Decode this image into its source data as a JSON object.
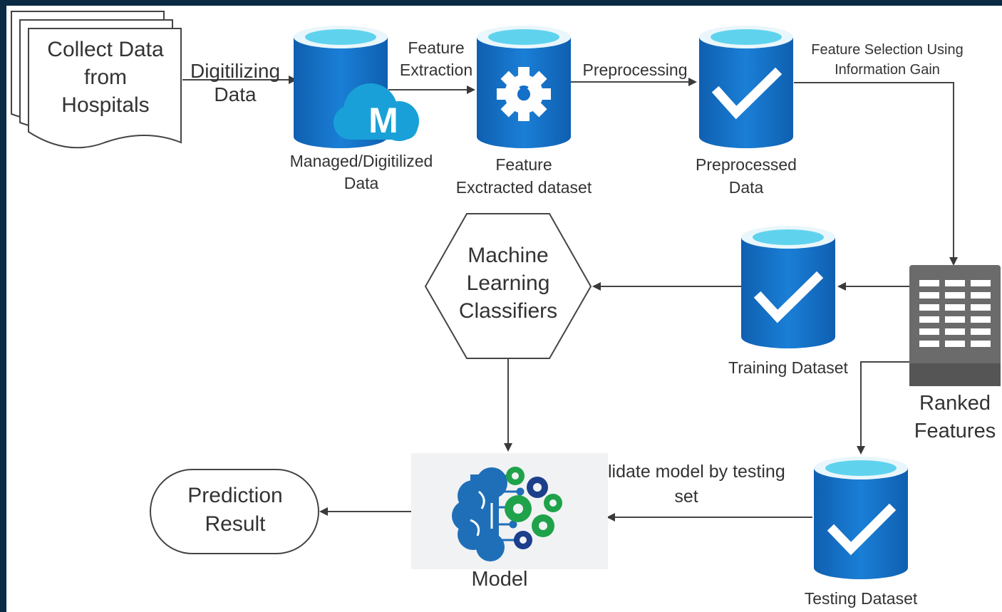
{
  "nodes": {
    "collect": {
      "line1": "Collect Data",
      "line2": "from",
      "line3": "Hospitals"
    },
    "managed": {
      "line1": "Managed/Digitilized",
      "line2": "Data",
      "badge": "M"
    },
    "feature_extracted": {
      "line1": "Feature",
      "line2": "Exctracted dataset"
    },
    "preprocessed": {
      "line1": "Preprocessed",
      "line2": "Data"
    },
    "ranked": {
      "line1": "Ranked",
      "line2": "Features"
    },
    "training": {
      "label": "Training Dataset"
    },
    "testing": {
      "label": "Testing Dataset"
    },
    "ml": {
      "line1": "Machine",
      "line2": "Learning",
      "line3": "Classifiers"
    },
    "model": {
      "label": "Model"
    },
    "prediction": {
      "line1": "Prediction",
      "line2": "Result"
    }
  },
  "edges": {
    "digitilizing": {
      "line1": "Digitilizing",
      "line2": "Data"
    },
    "feature_extraction": {
      "line1": "Feature",
      "line2": "Extraction"
    },
    "preprocessing": {
      "label": "Preprocessing"
    },
    "feature_selection": {
      "line1": "Feature Selection Using",
      "line2": "Information Gain"
    },
    "validate": {
      "line1": "Validate model by testing",
      "line2": "set"
    }
  },
  "icons": {
    "managed": "cloud-database-icon",
    "feature_extracted": "gear-database-icon",
    "preprocessed": "check-database-icon",
    "training": "check-database-icon",
    "testing": "check-database-icon",
    "ranked": "server-rack-icon",
    "model": "brain-gears-icon"
  },
  "colors": {
    "db_blue": "#1470c8",
    "db_top": "#5fd3ee",
    "gear_green": "#1fa24a",
    "gear_navy": "#1c3f8c",
    "brain_blue": "#1e6fb8",
    "line": "#444444"
  }
}
